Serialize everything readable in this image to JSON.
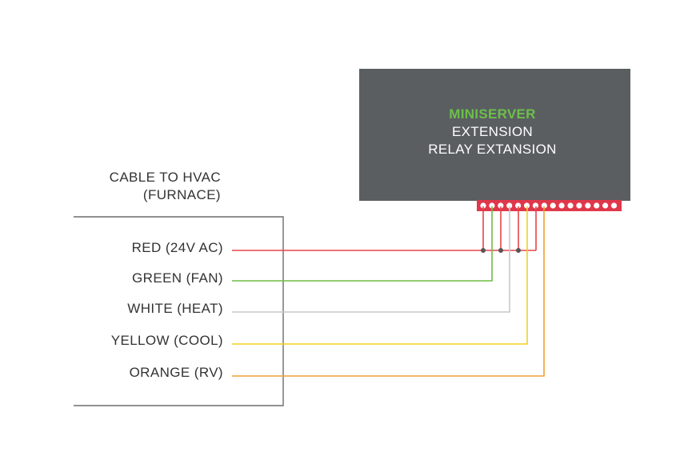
{
  "module": {
    "brand": "MINISERVER",
    "line1": "EXTENSION",
    "line2": "RELAY EXTANSION"
  },
  "cable": {
    "title_line1": "CABLE TO HVAC",
    "title_line2": "(FURNACE)"
  },
  "wires": [
    {
      "label": "RED (24V AC)",
      "color": "#e8434a"
    },
    {
      "label": "GREEN (FAN)",
      "color": "#6cbd45"
    },
    {
      "label": "WHITE (HEAT)",
      "color": "#c8c8c8"
    },
    {
      "label": "YELLOW (COOL)",
      "color": "#f2d21b"
    },
    {
      "label": "ORANGE (RV)",
      "color": "#f0a030"
    }
  ],
  "colors": {
    "module_body": "#5a5e61",
    "brand_green": "#6cc04a",
    "terminal_strip": "#e0374a",
    "bracket": "#6d6d6d"
  }
}
